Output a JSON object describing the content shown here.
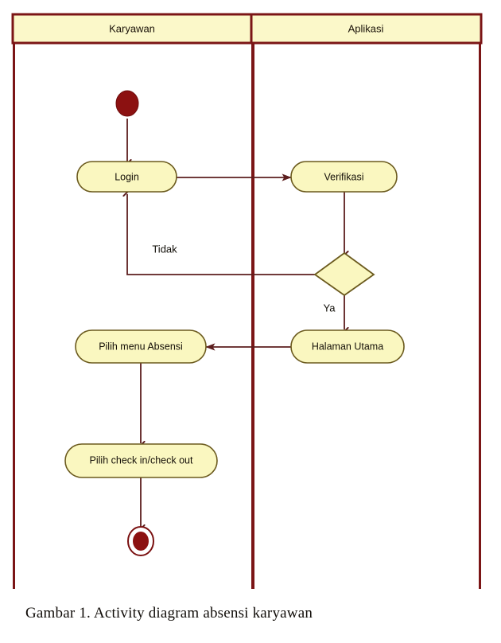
{
  "figure": {
    "caption": "Gambar 1. Activity diagram absensi karyawan",
    "type": "uml-activity-diagram"
  },
  "colors": {
    "lane_border": "#7B1516",
    "lane_header_fill": "#FBF8C9",
    "node_fill": "#FAF7C0",
    "node_border": "#6B5A1E",
    "edge": "#5C1E1E",
    "start_end_fill": "#8C1111",
    "canvas": "#FFFFFF"
  },
  "swimlanes": [
    {
      "id": "lane-karyawan",
      "title": "Karyawan"
    },
    {
      "id": "lane-aplikasi",
      "title": "Aplikasi"
    }
  ],
  "nodes": [
    {
      "id": "start",
      "type": "initial-node",
      "label": "",
      "lane": "Karyawan"
    },
    {
      "id": "login",
      "type": "activity",
      "label": "Login",
      "lane": "Karyawan"
    },
    {
      "id": "verifikasi",
      "type": "activity",
      "label": "Verifikasi",
      "lane": "Aplikasi"
    },
    {
      "id": "decision",
      "type": "decision",
      "label": "",
      "lane": "Aplikasi"
    },
    {
      "id": "halaman-utama",
      "type": "activity",
      "label": "Halaman Utama",
      "lane": "Aplikasi"
    },
    {
      "id": "pilih-menu-absensi",
      "type": "activity",
      "label": "Pilih menu Absensi",
      "lane": "Karyawan"
    },
    {
      "id": "pilih-check",
      "type": "activity",
      "label": "Pilih check in/check out",
      "lane": "Karyawan"
    },
    {
      "id": "end",
      "type": "final-node",
      "label": "",
      "lane": "Karyawan"
    }
  ],
  "edges": [
    {
      "id": "e1",
      "from": "start",
      "to": "login",
      "label": ""
    },
    {
      "id": "e2",
      "from": "login",
      "to": "verifikasi",
      "label": ""
    },
    {
      "id": "e3",
      "from": "verifikasi",
      "to": "decision",
      "label": ""
    },
    {
      "id": "e4",
      "from": "decision",
      "to": "login",
      "label": "Tidak"
    },
    {
      "id": "e5",
      "from": "decision",
      "to": "halaman-utama",
      "label": "Ya"
    },
    {
      "id": "e6",
      "from": "halaman-utama",
      "to": "pilih-menu-absensi",
      "label": ""
    },
    {
      "id": "e7",
      "from": "pilih-menu-absensi",
      "to": "pilih-check",
      "label": ""
    },
    {
      "id": "e8",
      "from": "pilih-check",
      "to": "end",
      "label": ""
    }
  ],
  "edge_labels": {
    "tidak": "Tidak",
    "ya": "Ya"
  }
}
